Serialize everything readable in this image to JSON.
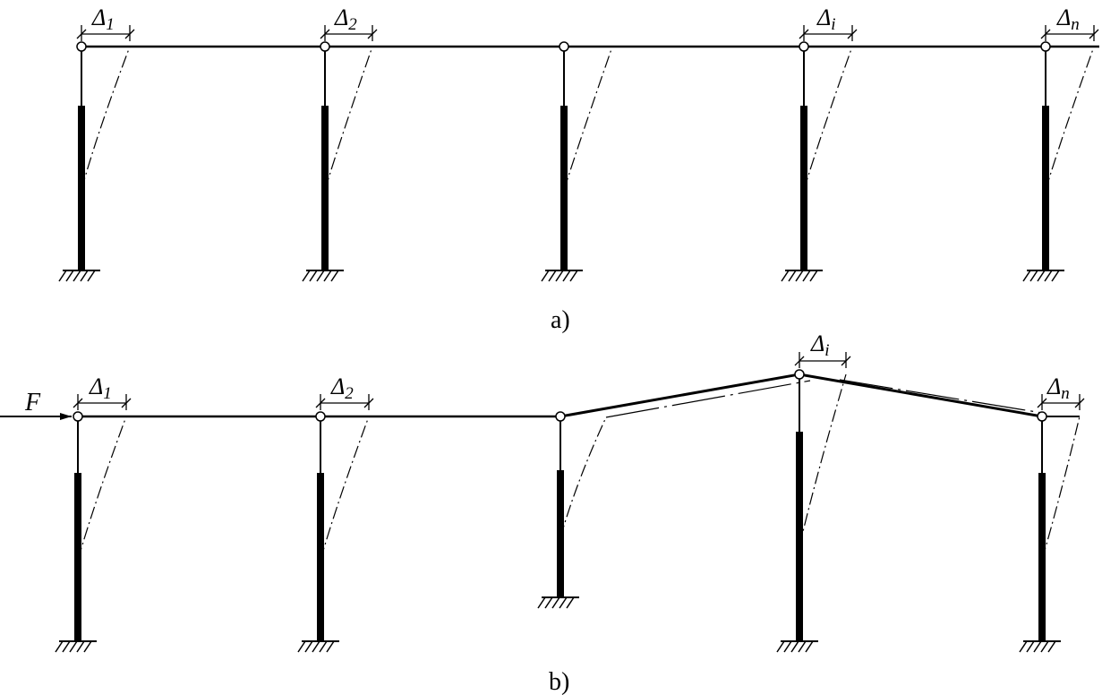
{
  "colors": {
    "ink": "#000000",
    "background": "#ffffff"
  },
  "panel_a": {
    "caption": "a)",
    "delta_labels": [
      {
        "main": "Δ",
        "sub": "1"
      },
      {
        "main": "Δ",
        "sub": "2"
      },
      {
        "main": "Δ",
        "sub": "i"
      },
      {
        "main": "Δ",
        "sub": "n"
      }
    ]
  },
  "panel_b": {
    "caption": "b)",
    "force_label": "F",
    "delta_labels": [
      {
        "main": "Δ",
        "sub": "1"
      },
      {
        "main": "Δ",
        "sub": "2"
      },
      {
        "main": "Δ",
        "sub": "i"
      },
      {
        "main": "Δ",
        "sub": "n"
      }
    ]
  }
}
